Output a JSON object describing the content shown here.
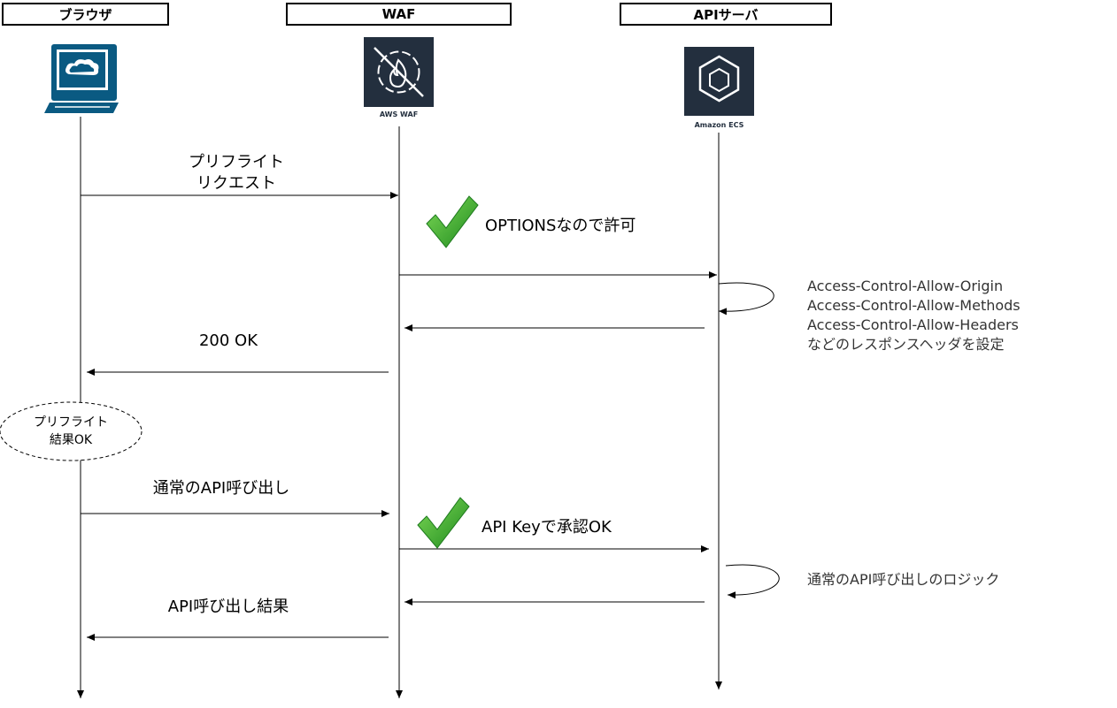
{
  "actors": {
    "browser": "ブラウザ",
    "waf": "WAF",
    "api": "APIサーバ"
  },
  "icons": {
    "browser_icon": "desktop-computer-icon",
    "waf_icon": "aws-waf-icon",
    "waf_caption": "AWS WAF",
    "ecs_icon": "amazon-ecs-icon",
    "ecs_caption": "Amazon ECS"
  },
  "messages": {
    "preflight_request": "プリフライト\nリクエスト",
    "options_allowed": "OPTIONSなので許可",
    "ok_200": "200 OK",
    "preflight_result": "プリフライト\n結果OK",
    "normal_call": "通常のAPI呼び出し",
    "api_key_ok": "API Keyで承認OK",
    "call_result": "API呼び出し結果"
  },
  "notes": {
    "cors_headers": [
      "Access-Control-Allow-Origin",
      "Access-Control-Allow-Methods",
      "Access-Control-Allow-Headers",
      "などのレスポンスヘッダを設定"
    ],
    "normal_logic": "通常のAPI呼び出しのロジック"
  },
  "colors": {
    "aws_dark": "#232F3E",
    "browser_blue": "#0A5A82",
    "check_green": "#3DA33D",
    "note_text": "#333333"
  }
}
